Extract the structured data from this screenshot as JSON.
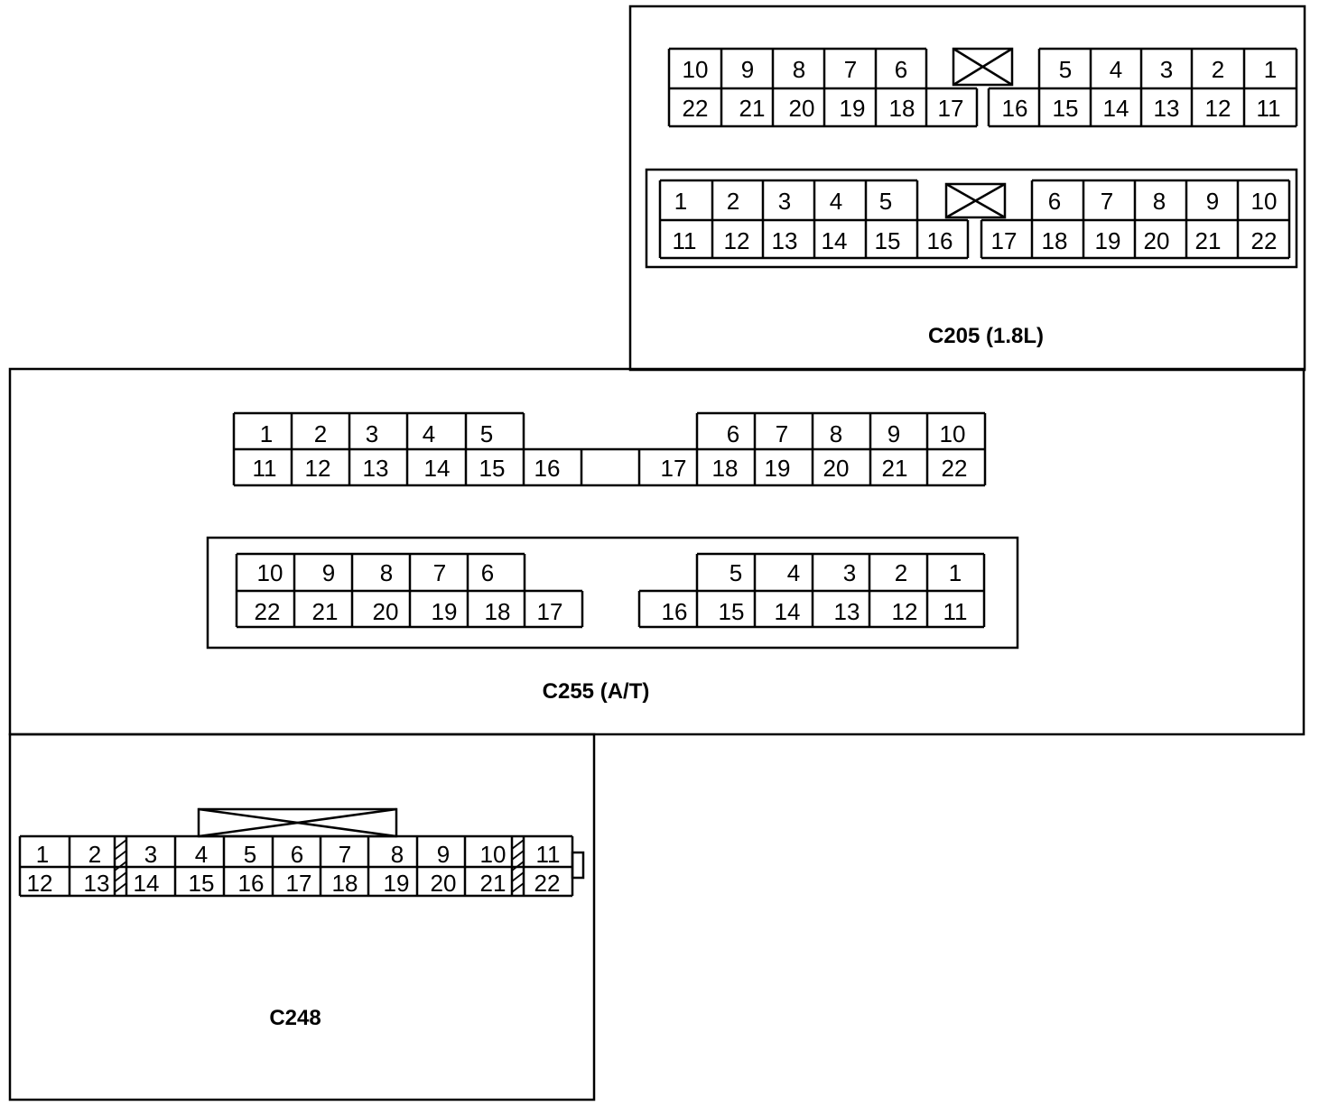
{
  "c205": {
    "caption": "C205 (1.8L)",
    "top_connector": {
      "row1": [
        "10",
        "9",
        "8",
        "7",
        "6",
        "5",
        "4",
        "3",
        "2",
        "1"
      ],
      "row2": [
        "22",
        "21",
        "20",
        "19",
        "18",
        "17",
        "16",
        "15",
        "14",
        "13",
        "12",
        "11"
      ]
    },
    "bottom_connector": {
      "row1": [
        "1",
        "2",
        "3",
        "4",
        "5",
        "6",
        "7",
        "8",
        "9",
        "10"
      ],
      "row2": [
        "11",
        "12",
        "13",
        "14",
        "15",
        "16",
        "17",
        "18",
        "19",
        "20",
        "21",
        "22"
      ]
    }
  },
  "c255": {
    "caption": "C255 (A/T)",
    "top_connector": {
      "row1": [
        "1",
        "2",
        "3",
        "4",
        "5",
        "6",
        "7",
        "8",
        "9",
        "10"
      ],
      "row2": [
        "11",
        "12",
        "13",
        "14",
        "15",
        "16",
        "17",
        "18",
        "19",
        "20",
        "21",
        "22"
      ]
    },
    "bottom_connector": {
      "row1": [
        "10",
        "9",
        "8",
        "7",
        "6",
        "5",
        "4",
        "3",
        "2",
        "1"
      ],
      "row2": [
        "22",
        "21",
        "20",
        "19",
        "18",
        "17",
        "16",
        "15",
        "14",
        "13",
        "12",
        "11"
      ]
    }
  },
  "c248": {
    "caption": "C248",
    "row1": [
      "1",
      "2",
      "3",
      "4",
      "5",
      "6",
      "7",
      "8",
      "9",
      "10",
      "11"
    ],
    "row2": [
      "12",
      "13",
      "14",
      "15",
      "16",
      "17",
      "18",
      "19",
      "20",
      "21",
      "22"
    ]
  }
}
